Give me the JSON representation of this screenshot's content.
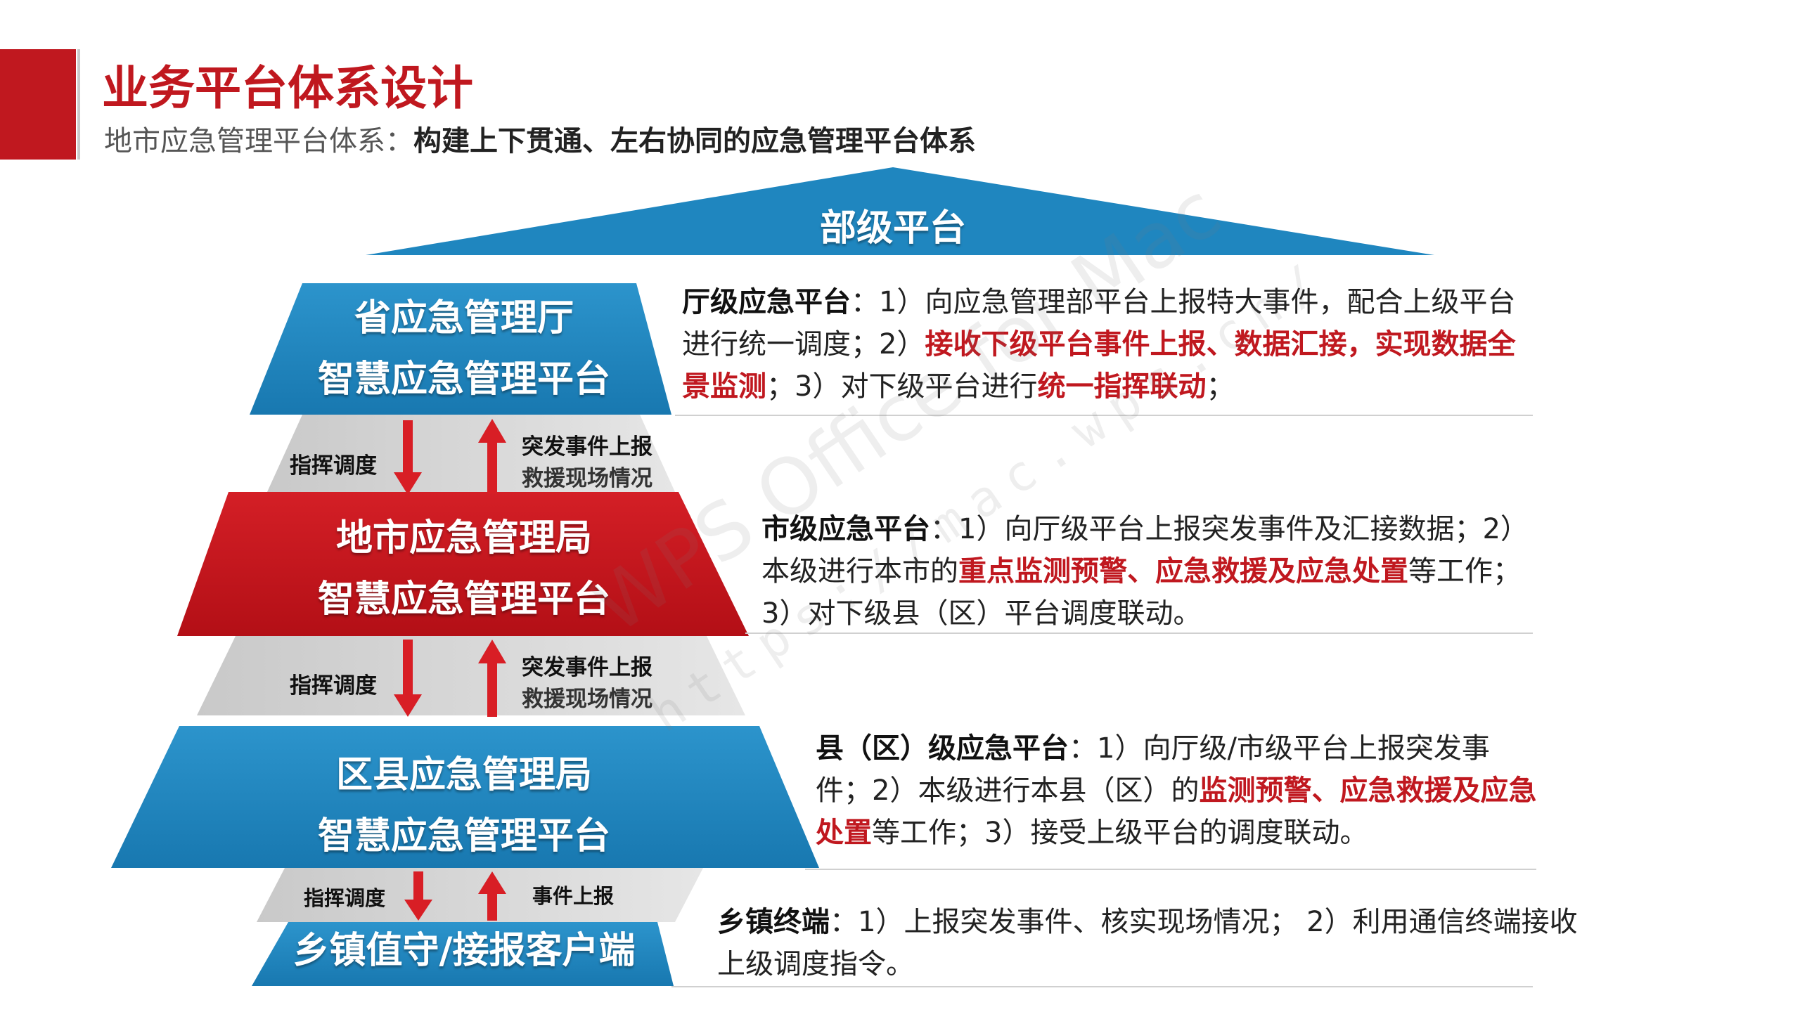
{
  "header": {
    "title": "业务平台体系设计",
    "subtitle_prefix": "地市应急管理平台体系：",
    "subtitle_bold": "构建上下贯通、左右协同的应急管理平台体系"
  },
  "pyramid": {
    "top_label": "部级平台",
    "layers": [
      {
        "line1": "省应急管理厅",
        "line2": "智慧应急管理平台"
      },
      {
        "line1": "地市应急管理局",
        "line2": "智慧应急管理平台"
      },
      {
        "line1": "区县应急管理局",
        "line2": "智慧应急管理平台"
      },
      {
        "line1": "乡镇值守/接报客户端"
      }
    ],
    "links": [
      {
        "down": "指挥调度",
        "up1": "突发事件上报",
        "up2": "救援现场情况"
      },
      {
        "down": "指挥调度",
        "up1": "突发事件上报",
        "up2": "救援现场情况"
      },
      {
        "down": "指挥调度",
        "up1": "事件上报"
      }
    ]
  },
  "descriptions": [
    {
      "heading": "厅级应急平台",
      "p1": "：1）向应急管理部平台上报特大事件，配合上级平台进行统一调度；2）",
      "red1": "接收下级平台事件上报、数据汇接，实现数据全景监测",
      "p2": "；3）对下级平台进行",
      "red2": "统一指挥联动",
      "p3": "；"
    },
    {
      "heading": "市级应急平台",
      "p1": "：1）向厅级平台上报突发事件及汇接数据；2）本级进行本市的",
      "red1": "重点监测预警、应急救援及应急处置",
      "p2": "等工作；3）对下级县（区）平台调度联动。"
    },
    {
      "heading": "县（区）级应急平台",
      "p1": "：1）向厅级/市级平台上报突发事件；2）本级进行本县（区）的",
      "red1": "监测预警、应急救援及应急处置",
      "p2": "等工作；3）接受上级平台的调度联动。"
    },
    {
      "heading": "乡镇终端",
      "p1": "：1）上报突发事件、核实现场情况； 2）利用通信终端接收上级调度指令。"
    }
  ],
  "watermark": {
    "line1": "WPS Office for Mac",
    "line2": "https://mac.wps.cn/"
  },
  "colors": {
    "brand_red": "#c0181f",
    "layer_blue": "#1f86bf",
    "layer_red": "#c8161d",
    "connector_gray": "#d3d3d3"
  }
}
